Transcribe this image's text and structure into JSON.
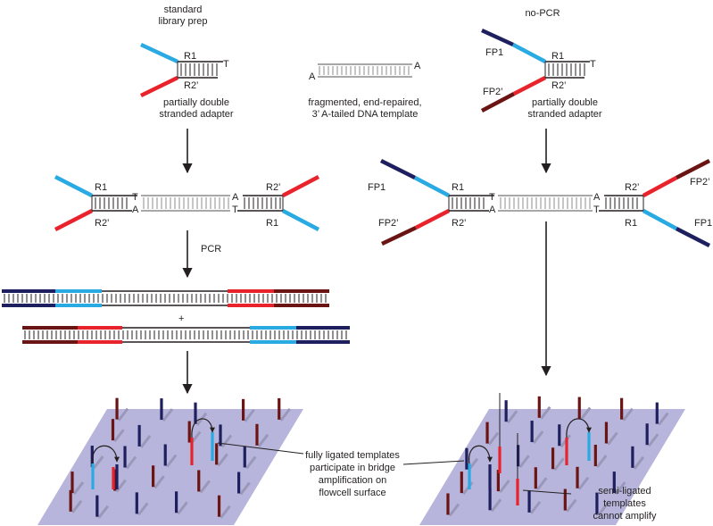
{
  "titles": {
    "left_line1": "standard",
    "left_line2": "library prep",
    "right": "no-PCR"
  },
  "labels": {
    "R1": "R1",
    "R2p": "R2’",
    "FP1": "FP1",
    "FP2p": "FP2’",
    "T": "T",
    "A": "A",
    "PCR": "PCR",
    "plus": "+"
  },
  "captions": {
    "adapter_left_1": "partially double",
    "adapter_left_2": "stranded adapter",
    "adapter_right_1": "partially double",
    "adapter_right_2": "stranded adapter",
    "template_1": "fragmented, end-repaired,",
    "template_2": "3’ A-tailed DNA template",
    "fully_1": "fully ligated templates",
    "fully_2": "participate in bridge",
    "fully_3": "amplification on",
    "fully_4": "flowcell surface",
    "semi_1": "semi-ligated",
    "semi_2": "templates",
    "semi_3": "cannot amplify"
  },
  "colors": {
    "R1": "#29aae2",
    "R2p": "#e8232c",
    "FP1": "#1e1f5e",
    "FP2p": "#6b1414",
    "insert": "#8c8c8c",
    "flowcell": "#b7b5db",
    "text": "#231f20"
  }
}
